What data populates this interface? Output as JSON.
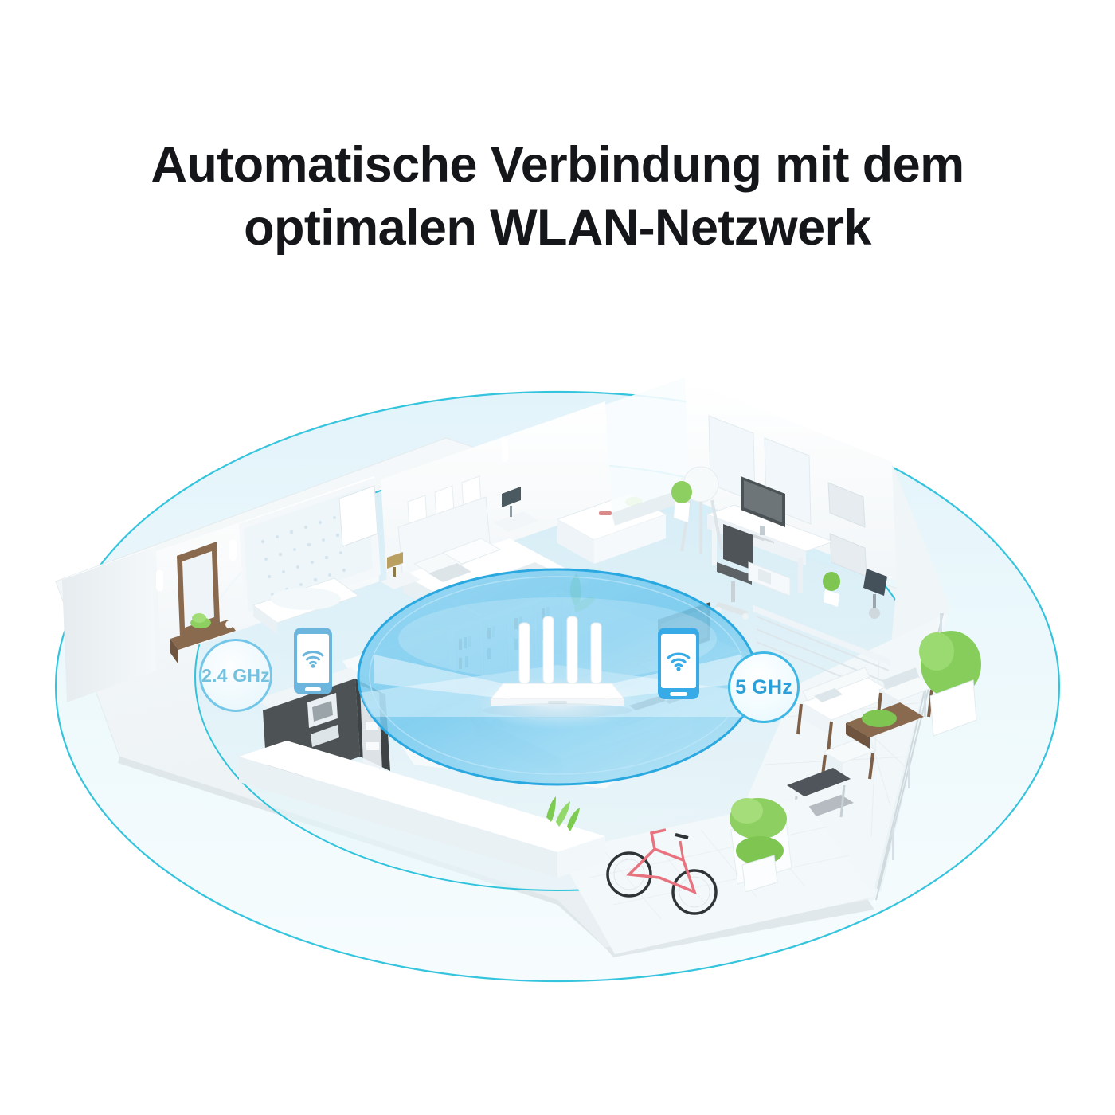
{
  "page": {
    "background_color": "#ffffff",
    "headline": "Automatische Verbindung mit dem optimalen WLAN-Netzwerk",
    "headline_color": "#141619"
  },
  "colors": {
    "ring_stroke": "#2fc3dc",
    "ring_fill_outer": "#e9f6fb",
    "ring_fill_mid": "#ddf0f8",
    "zone_fill_inner": "#7fcdef",
    "zone_stroke_inner": "#2aa8e0",
    "badge_24_border": "#74c7e8",
    "badge_24_text": "#74c0dd",
    "badge_5_border": "#3fb7e4",
    "badge_5_text": "#2a9fd8",
    "phone_left": "#6cb6de",
    "phone_right": "#36abe8",
    "wall_white": "#f6f9fb",
    "floor_white": "#eef3f6",
    "kitchen_dark": "#4d5255",
    "wood_brown": "#8a6a4f",
    "plant_green": "#8ecf62",
    "bicycle_pink": "#e8737f"
  },
  "scene": {
    "label": "Isometrischer Grundriss einer Wohnung mit WLAN-Abdeckung",
    "rings": [
      {
        "name": "outer-coverage-ring",
        "label": "Äußere Abdeckungszone"
      },
      {
        "name": "middle-coverage-ring",
        "label": "Mittlere Abdeckungszone"
      },
      {
        "name": "inner-coverage-zone",
        "label": "5 GHz Kernzone"
      }
    ],
    "router": {
      "label": "WLAN-Router",
      "antennas": 4
    },
    "rooms": [
      {
        "name": "hallway",
        "label": "Flur mit Spiegel"
      },
      {
        "name": "bathroom",
        "label": "Badezimmer"
      },
      {
        "name": "bedroom",
        "label": "Schlafzimmer"
      },
      {
        "name": "home-office",
        "label": "Arbeitszimmer"
      },
      {
        "name": "kitchen",
        "label": "Küche"
      },
      {
        "name": "living-room",
        "label": "Wohnzimmer"
      },
      {
        "name": "terrace",
        "label": "Terrasse"
      }
    ]
  },
  "badges": {
    "left": {
      "frequency_label": "2.4 GHz",
      "device_icon": "smartphone-wifi-icon",
      "device_label": "Smartphone mit 2,4-GHz-Verbindung"
    },
    "right": {
      "frequency_label": "5 GHz",
      "device_icon": "smartphone-wifi-icon",
      "device_label": "Smartphone mit 5-GHz-Verbindung"
    }
  }
}
